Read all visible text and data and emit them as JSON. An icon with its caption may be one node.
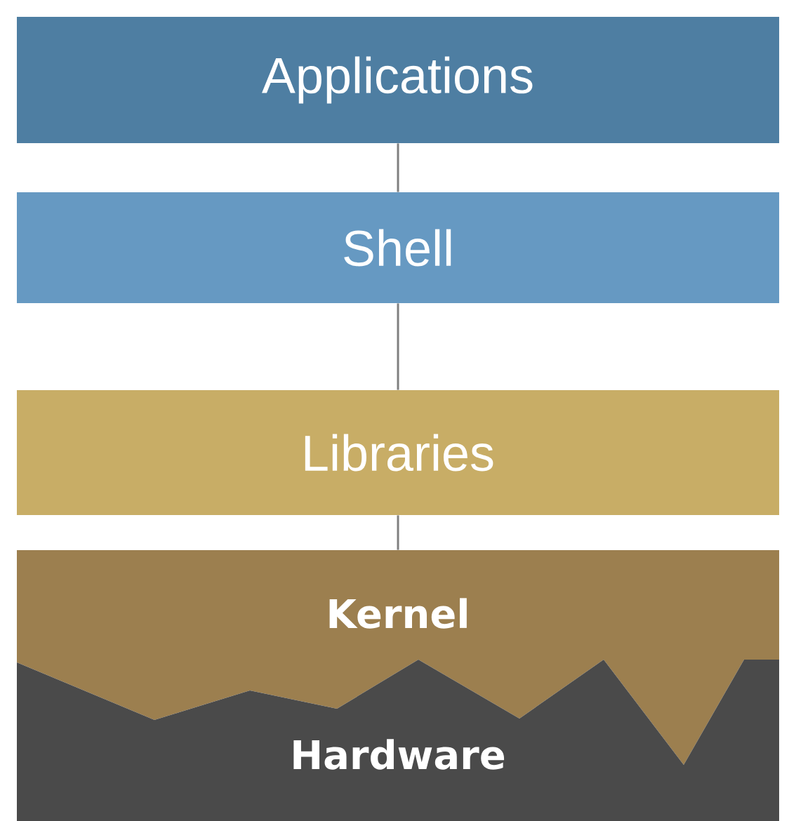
{
  "diagram": {
    "nodes": [
      {
        "text": [
          "Applications"
        ]
      },
      {
        "text": [
          "Shell"
        ]
      },
      {
        "text": [
          "Libraries"
        ]
      },
      {
        "text": [
          "Kernel"
        ]
      },
      {
        "text": [
          "Hardware"
        ]
      }
    ],
    "edges": [
      {
        "from": 0,
        "to": 1,
        "arrow": "none"
      },
      {
        "from": 1,
        "to": 2,
        "arrow": "none"
      },
      {
        "from": 2,
        "to": 3,
        "arrow": "none"
      }
    ]
  }
}
